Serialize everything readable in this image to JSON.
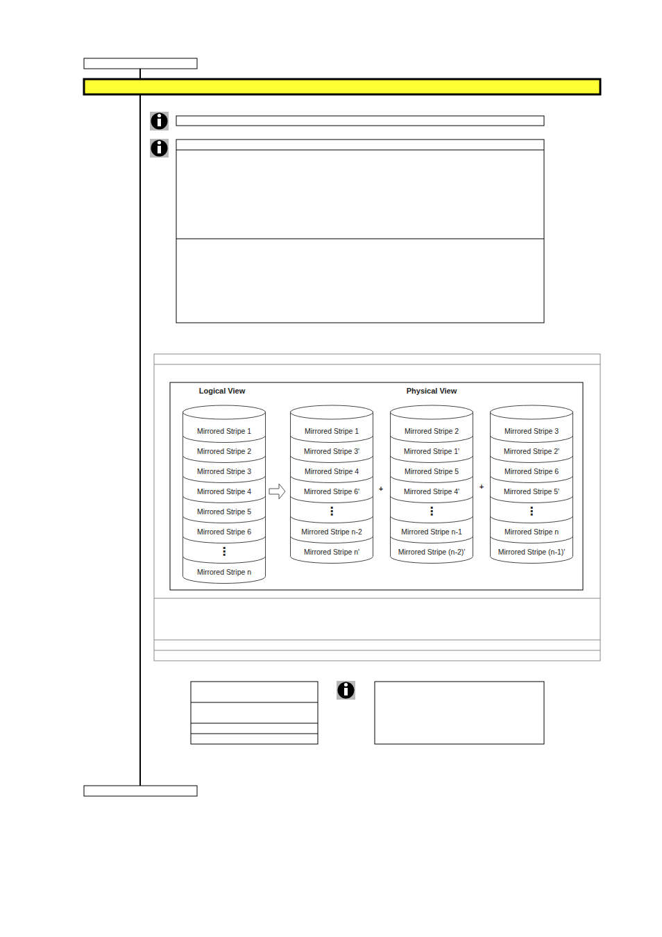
{
  "diagram": {
    "nodes": [
      {
        "text": [
          "Mirrored Stripe 1",
          "Mirrored Stripe 2",
          "Mirrored Stripe 3",
          "Mirrored Stripe 4",
          "Mirrored Stripe 5",
          "Mirrored Stripe 6",
          "⋮",
          "Mirrored Stripe n"
        ]
      },
      {
        "text": [
          "Mirrored Stripe 1",
          "Mirrored Stripe 3'",
          "Mirrored Stripe 4",
          "Mirrored Stripe 6'",
          "⋮",
          "Mirrored Stripe n-2",
          "Mirrored Stripe n'"
        ]
      },
      {
        "text": [
          "Mirrored Stripe 2",
          "Mirrored Stripe 1'",
          "Mirrored Stripe 5",
          "Mirrored Stripe 4'",
          "⋮",
          "Mirrored Stripe n-1",
          "Mirrored Stripe (n-2)'"
        ]
      },
      {
        "text": [
          "Mirrored Stripe 3",
          "Mirrored Stripe 2'",
          "Mirrored Stripe 6",
          "Mirrored Stripe 5'",
          "⋮",
          "Mirrored Stripe n",
          "Mirrored Stripe (n-1)'"
        ]
      }
    ],
    "edges": [
      {
        "from": 0,
        "to": 1,
        "arrow": "to"
      }
    ],
    "labels": [
      "Logical View",
      "Physical View",
      "+",
      "+"
    ]
  }
}
